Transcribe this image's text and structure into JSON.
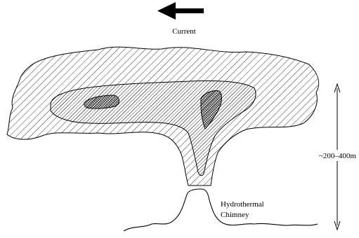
{
  "diagram": {
    "current_label": "Current",
    "chimney_label_line1": "Hydrothermal",
    "chimney_label_line2": "Chimney",
    "height_label": "~200–400m"
  },
  "colors": {
    "ink": "#000000",
    "background": "#ffffff"
  },
  "icons": {
    "current_direction": "arrow-left-icon",
    "height_extent": "double-arrow-vertical-icon"
  }
}
